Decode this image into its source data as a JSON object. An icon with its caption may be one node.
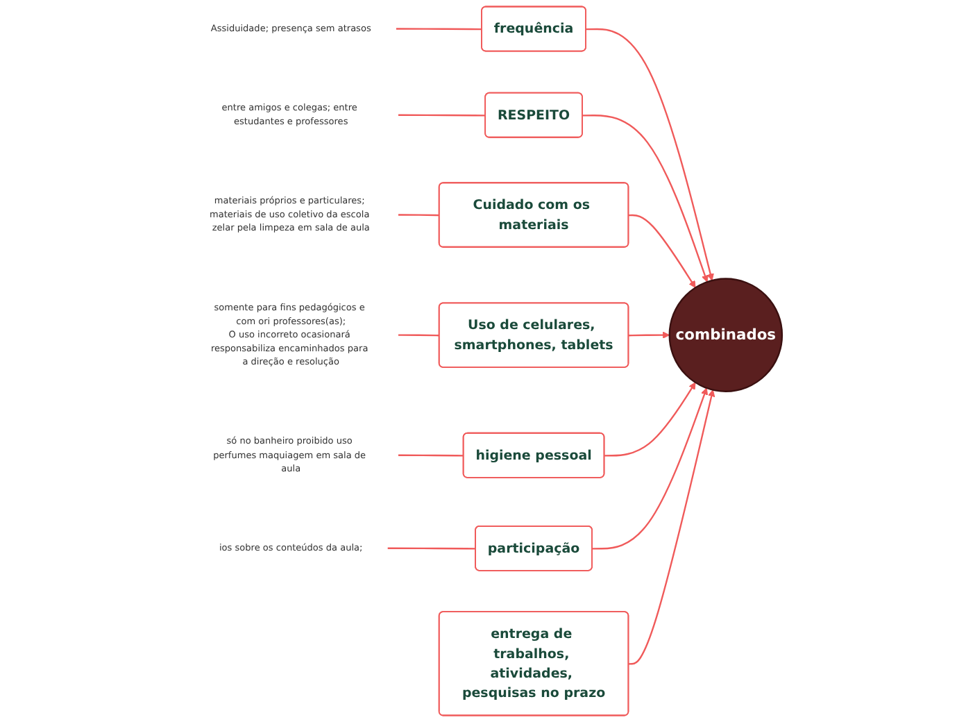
{
  "diagram": {
    "nodes": [
      {
        "text": [
          "combinados"
        ]
      },
      {
        "text": [
          "frequência"
        ]
      },
      {
        "text": [
          "RESPEITO"
        ]
      },
      {
        "text": [
          "Cuidado com os materiais"
        ]
      },
      {
        "text": [
          "Uso de celulares, smartphones, tablets"
        ]
      },
      {
        "text": [
          "higiene pessoal"
        ]
      },
      {
        "text": [
          "participação"
        ]
      },
      {
        "text": [
          "entrega de trabalhos, atividades, pesquisas no prazo"
        ]
      },
      {
        "text": [
          "Assiduidade; presença sem atrasos"
        ]
      },
      {
        "text": [
          "entre amigos e colegas; entre estudantes e professores"
        ]
      },
      {
        "text": [
          "materiais próprios e particulares; materiais de uso coletivo da escola zelar pela limpeza em sala de aula"
        ]
      },
      {
        "text": [
          "somente para fins pedagógicos e com ori professores(as);",
          "O uso incorreto ocasionará responsabiliza encaminhados para a direção e resolução"
        ]
      },
      {
        "text": [
          "só no banheiro proibido uso perfumes maquiagem em sala de aula"
        ]
      },
      {
        "text": [
          "ios sobre os conteúdos da aula;"
        ]
      }
    ],
    "edges": [
      {
        "from": 1,
        "to": 0,
        "arrow": "to"
      },
      {
        "from": 2,
        "to": 0,
        "arrow": "to"
      },
      {
        "from": 3,
        "to": 0,
        "arrow": "to"
      },
      {
        "from": 4,
        "to": 0,
        "arrow": "to"
      },
      {
        "from": 5,
        "to": 0,
        "arrow": "to"
      },
      {
        "from": 6,
        "to": 0,
        "arrow": "to"
      },
      {
        "from": 7,
        "to": 0,
        "arrow": "to"
      },
      {
        "from": 8,
        "to": 1,
        "arrow": "none"
      },
      {
        "from": 2,
        "to": 9,
        "arrow": "none"
      },
      {
        "from": 3,
        "to": 10,
        "arrow": "none"
      },
      {
        "from": 4,
        "to": 11,
        "arrow": "none"
      },
      {
        "from": 12,
        "to": 5,
        "arrow": "none"
      },
      {
        "from": 13,
        "to": 6,
        "arrow": "none"
      }
    ]
  }
}
